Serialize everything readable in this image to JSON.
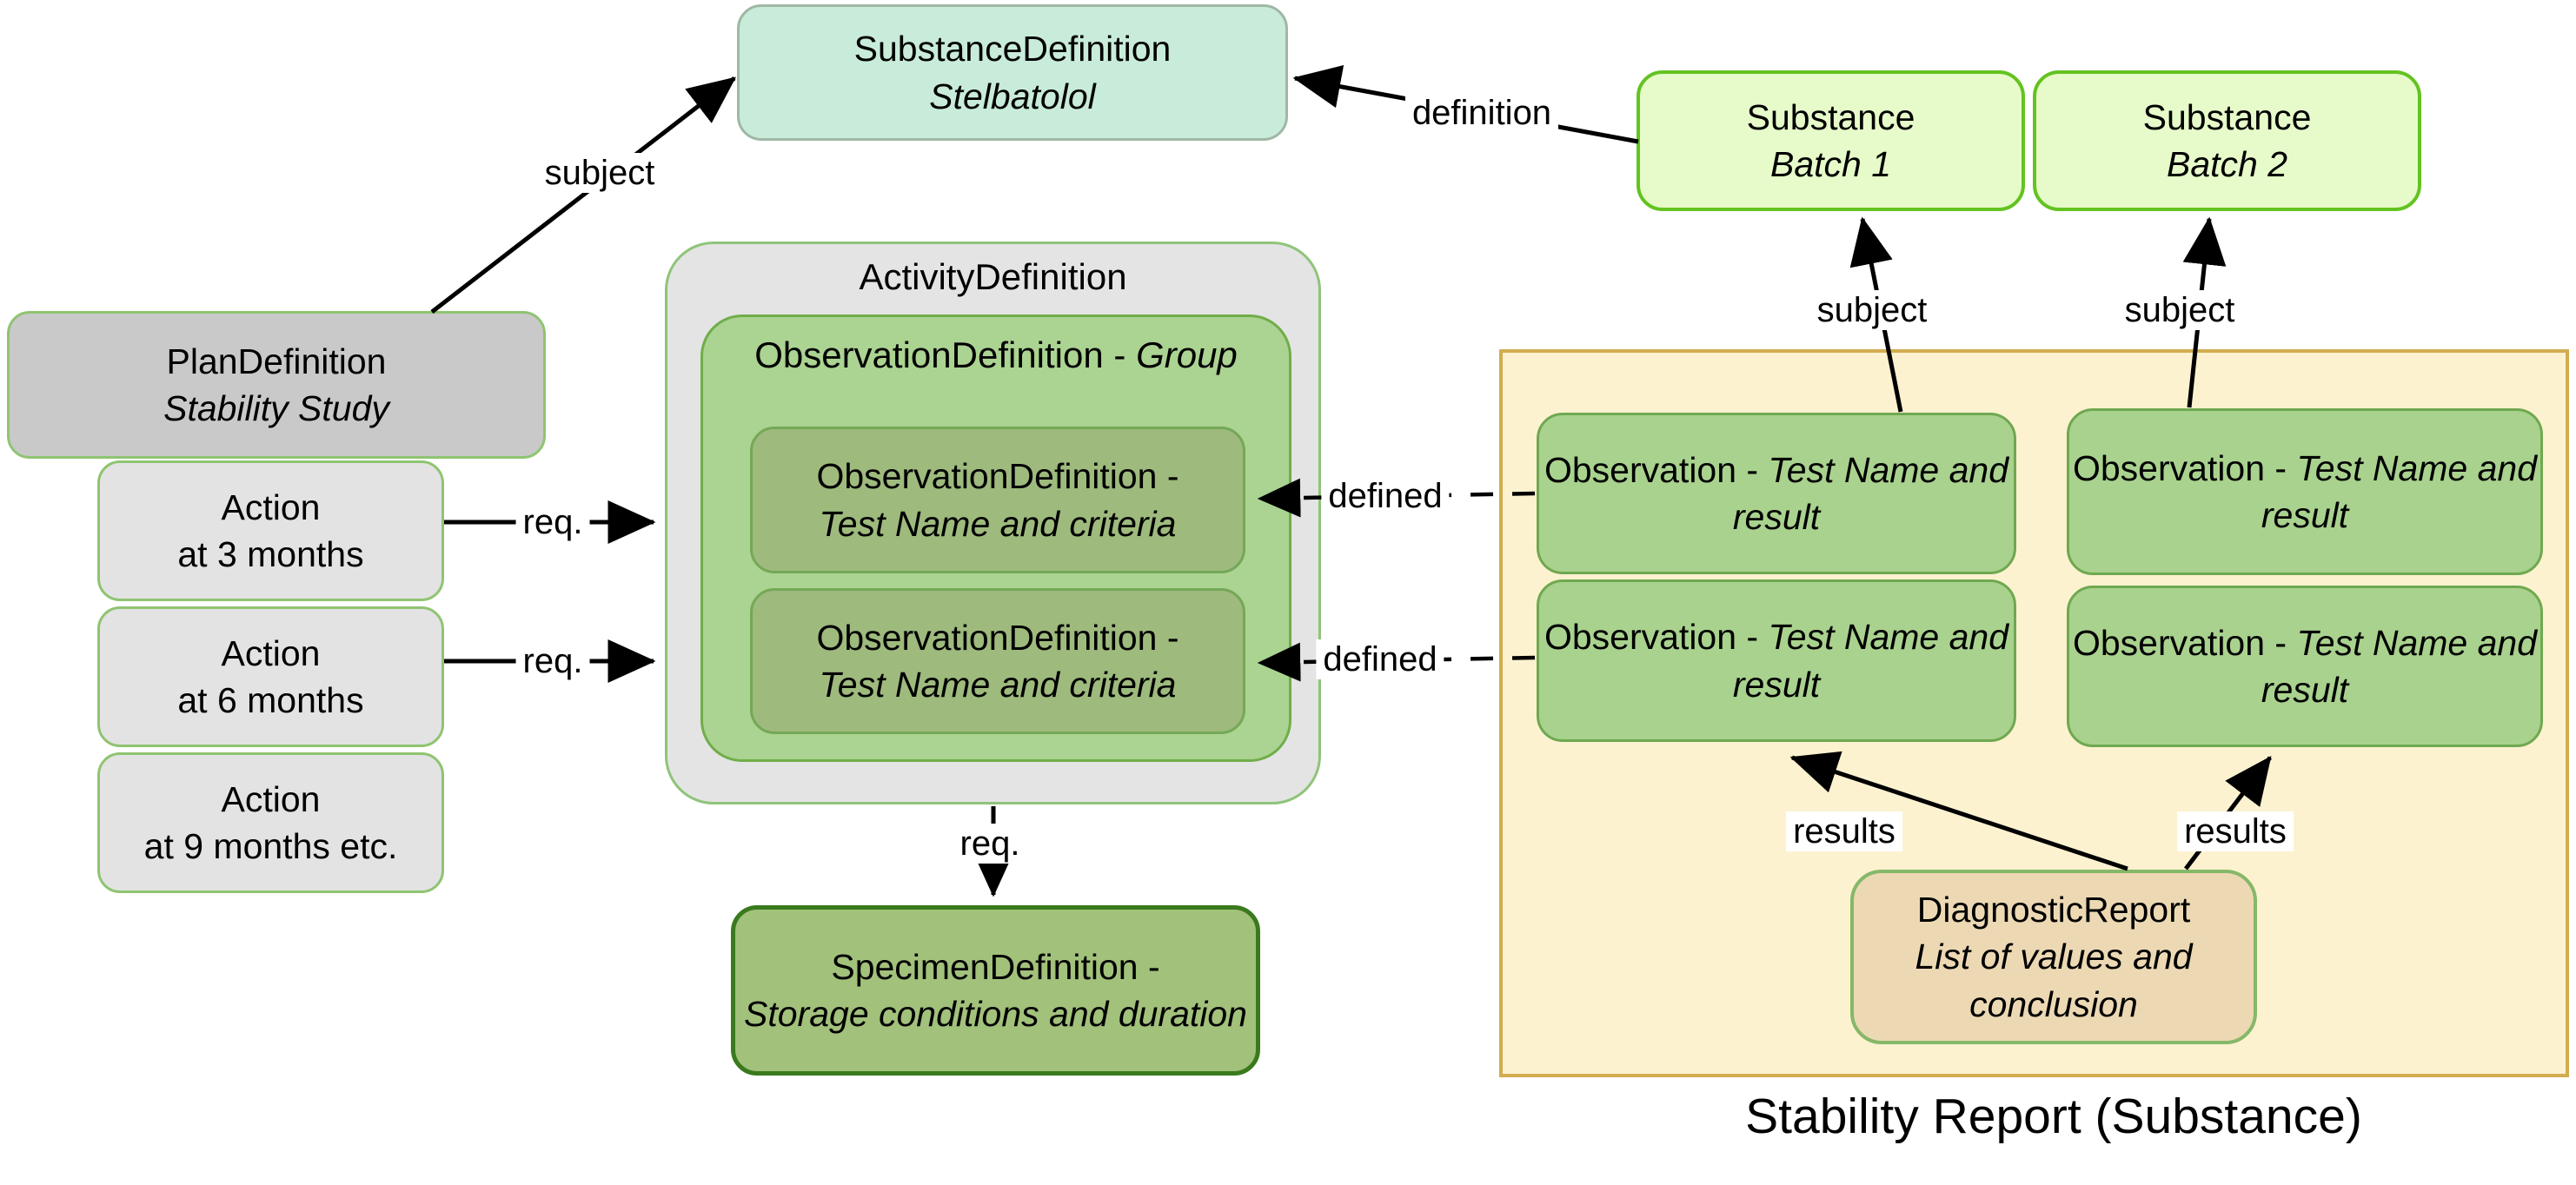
{
  "diagram": {
    "caption": "Stability Report (Substance)"
  },
  "nodes": {
    "substance_definition": {
      "title": "SubstanceDefinition",
      "subtitle_italic": "Stelbatolol"
    },
    "plan_definition": {
      "title": "PlanDefinition",
      "subtitle_italic": "Stability Study"
    },
    "action_1": {
      "title": "Action",
      "line2": "at 3 months"
    },
    "action_2": {
      "title": "Action",
      "line2": "at 6 months"
    },
    "action_3": {
      "title": "Action",
      "line2": "at 9 months etc."
    },
    "activity_definition": {
      "title": "ActivityDefinition"
    },
    "observation_definition_group": {
      "title_prefix": "ObservationDefinition - ",
      "title_italic": "Group"
    },
    "observation_definition_1": {
      "line1": "ObservationDefinition -",
      "line2_italic": "Test Name and criteria"
    },
    "observation_definition_2": {
      "line1": "ObservationDefinition -",
      "line2_italic": "Test Name and criteria"
    },
    "specimen_definition": {
      "line1": "SpecimenDefinition -",
      "line2_italic": "Storage conditions and duration"
    },
    "substance_batch_1": {
      "title": "Substance",
      "subtitle_italic": "Batch 1"
    },
    "substance_batch_2": {
      "title": "Substance",
      "subtitle_italic": "Batch 2"
    },
    "observation_batch1_test1": {
      "prefix": "Observation - ",
      "italic": "Test Name and result"
    },
    "observation_batch1_test2": {
      "prefix": "Observation - ",
      "italic": "Test Name and result"
    },
    "observation_batch2_test1": {
      "prefix": "Observation - ",
      "italic": "Test Name and result"
    },
    "observation_batch2_test2": {
      "prefix": "Observation - ",
      "italic": "Test Name and result"
    },
    "diagnostic_report": {
      "title": "DiagnosticReport",
      "subtitle_italic": "List of values and conclusion"
    }
  },
  "edges": [
    {
      "label": "subject",
      "from": "plan_definition",
      "to": "substance_definition",
      "style": "solid"
    },
    {
      "label": "definition",
      "from": "substance_batch_1",
      "to": "substance_definition",
      "style": "solid"
    },
    {
      "label": "req.",
      "from": "action_1",
      "to": "activity_definition",
      "style": "solid"
    },
    {
      "label": "req.",
      "from": "action_2",
      "to": "activity_definition",
      "style": "solid"
    },
    {
      "label": "req.",
      "from": "activity_definition",
      "to": "specimen_definition",
      "style": "solid"
    },
    {
      "label": "defined",
      "from": "observation_batch1_test1",
      "to": "observation_definition_1",
      "style": "dashed"
    },
    {
      "label": "defined",
      "from": "observation_batch1_test2",
      "to": "observation_definition_2",
      "style": "dashed"
    },
    {
      "label": "subject",
      "from": "observation_batch1_test1",
      "to": "substance_batch_1",
      "style": "solid"
    },
    {
      "label": "subject",
      "from": "observation_batch2_test1",
      "to": "substance_batch_2",
      "style": "solid"
    },
    {
      "label": "results",
      "from": "diagnostic_report",
      "to": "observation_batch1_test2",
      "style": "solid"
    },
    {
      "label": "results",
      "from": "diagnostic_report",
      "to": "observation_batch2_test2",
      "style": "solid"
    }
  ],
  "colors": {
    "page_background": "#ffffff",
    "substance_definition_fill": "#c8ecd9",
    "substance_definition_border": "#9fb8a5",
    "plan_definition_fill": "#c9c9c9",
    "action_fill": "#e3e3e3",
    "green_border": "#8fc471",
    "activity_definition_fill": "#e4e4e4",
    "group_fill": "#abd391",
    "group_border": "#70ad49",
    "observation_definition_fill": "#9eba7d",
    "observation_definition_border": "#74a857",
    "specimen_fill": "#a2c17b",
    "specimen_border": "#3a7a1d",
    "substance_fill": "#e6fbc9",
    "substance_border": "#63c321",
    "report_container_fill": "#fdf2d0",
    "report_container_border": "#d2ac50",
    "observation_fill": "#a9d28e",
    "observation_border": "#6fa850",
    "diagnostic_fill": "#ecd9b4",
    "diagnostic_border": "#85b868",
    "arrow": "#000000",
    "text": "#000000"
  }
}
